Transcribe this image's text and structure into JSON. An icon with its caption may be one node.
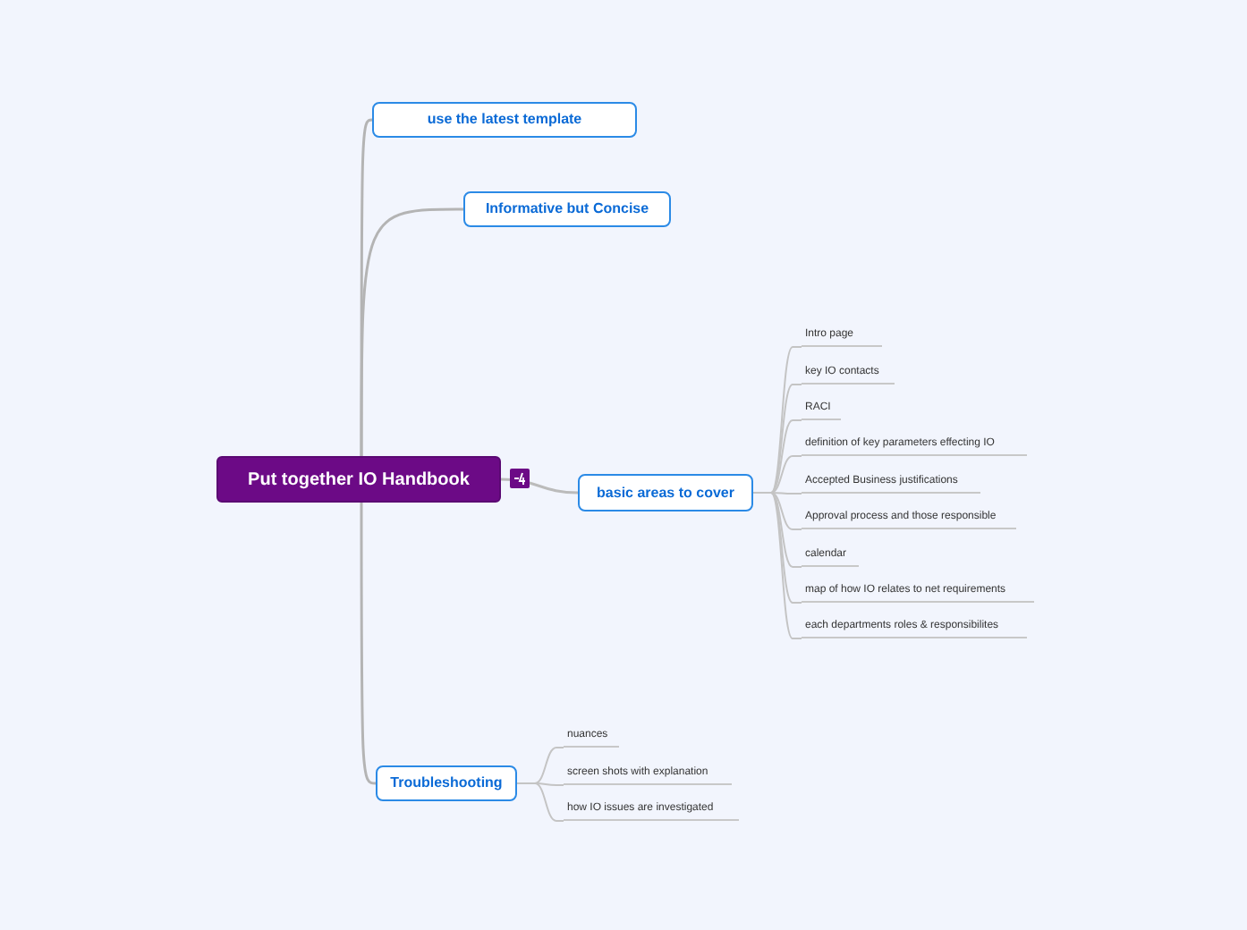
{
  "diagram": {
    "nodes": [
      {
        "text": [
          "Put together IO Handbook"
        ]
      },
      {
        "text": [
          "use the latest template"
        ]
      },
      {
        "text": [
          "Informative but Concise"
        ]
      },
      {
        "text": [
          "basic areas to cover"
        ]
      },
      {
        "text": [
          "Intro page"
        ]
      },
      {
        "text": [
          "key IO contacts"
        ]
      },
      {
        "text": [
          "RACI"
        ]
      },
      {
        "text": [
          "definition of key parameters effecting IO"
        ]
      },
      {
        "text": [
          "Accepted Business justifications"
        ]
      },
      {
        "text": [
          "Approval process and those responsible"
        ]
      },
      {
        "text": [
          "calendar"
        ]
      },
      {
        "text": [
          "map of how IO relates to net requirements"
        ]
      },
      {
        "text": [
          "each departments roles & responsibilites"
        ]
      },
      {
        "text": [
          "Troubleshooting"
        ]
      },
      {
        "text": [
          "nuances"
        ]
      },
      {
        "text": [
          "screen shots with explanation"
        ]
      },
      {
        "text": [
          "how IO issues are investigated"
        ]
      }
    ],
    "edges": [
      {
        "from": 0,
        "to": 1,
        "arrow": "none"
      },
      {
        "from": 0,
        "to": 2,
        "arrow": "none"
      },
      {
        "from": 0,
        "to": 3,
        "arrow": "none"
      },
      {
        "from": 0,
        "to": 13,
        "arrow": "none"
      },
      {
        "from": 3,
        "to": 4,
        "arrow": "none"
      },
      {
        "from": 3,
        "to": 5,
        "arrow": "none"
      },
      {
        "from": 3,
        "to": 6,
        "arrow": "none"
      },
      {
        "from": 3,
        "to": 7,
        "arrow": "none"
      },
      {
        "from": 3,
        "to": 8,
        "arrow": "none"
      },
      {
        "from": 3,
        "to": 9,
        "arrow": "none"
      },
      {
        "from": 3,
        "to": 10,
        "arrow": "none"
      },
      {
        "from": 3,
        "to": 11,
        "arrow": "none"
      },
      {
        "from": 3,
        "to": 12,
        "arrow": "none"
      },
      {
        "from": 13,
        "to": 14,
        "arrow": "none"
      },
      {
        "from": 13,
        "to": 15,
        "arrow": "none"
      },
      {
        "from": 13,
        "to": 16,
        "arrow": "none"
      }
    ]
  }
}
